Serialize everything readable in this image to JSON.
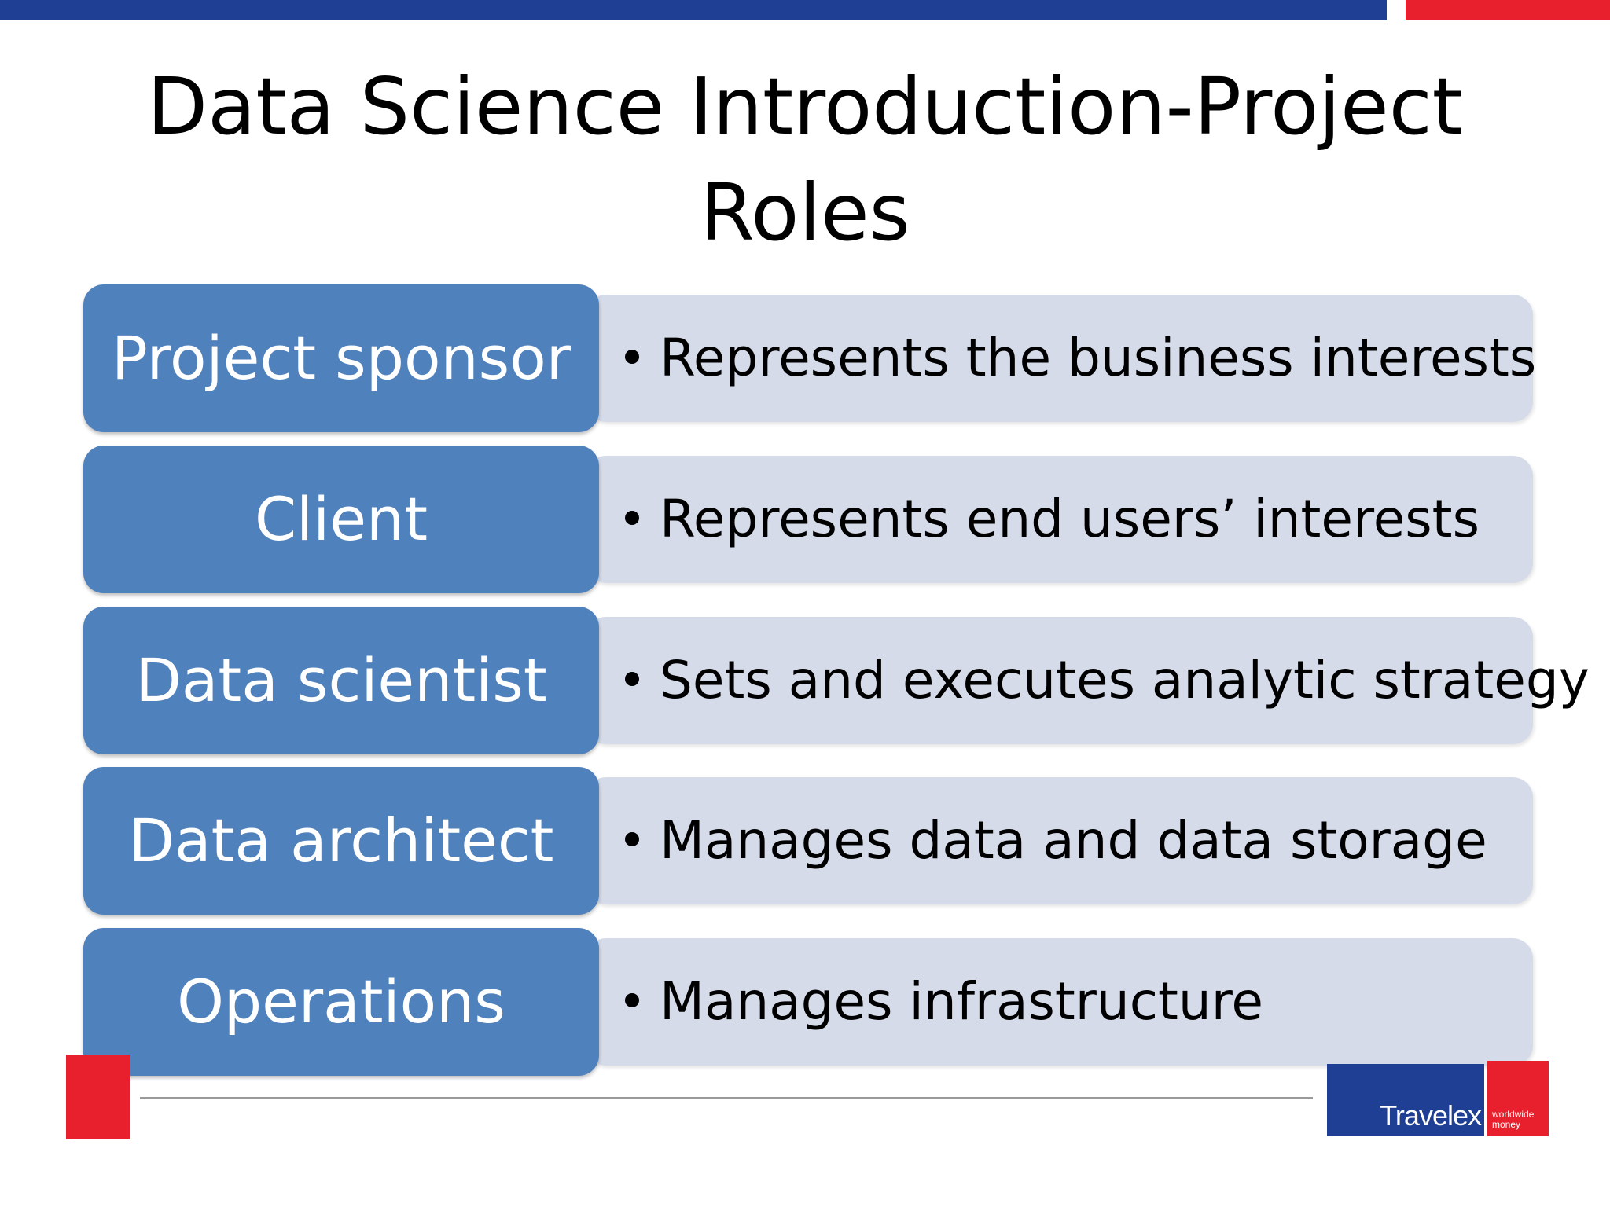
{
  "title": {
    "line1": "Data Science Introduction-Project",
    "line2": "Roles"
  },
  "roles": [
    {
      "label": "Project sponsor",
      "description": "Represents the business interests"
    },
    {
      "label": "Client",
      "description": "Represents end users’ interests"
    },
    {
      "label": "Data scientist",
      "description": "Sets and executes analytic strategy"
    },
    {
      "label": "Data architect",
      "description": "Manages data and data storage"
    },
    {
      "label": "Operations",
      "description": "Manages infrastructure"
    }
  ],
  "logo": {
    "name": "Travelex",
    "tagline_line1": "worldwide",
    "tagline_line2": "money"
  },
  "colors": {
    "brand_blue": "#1e3f94",
    "brand_red": "#e8202d",
    "role_box": "#4f81bd",
    "desc_box": "#d5dbe9"
  }
}
